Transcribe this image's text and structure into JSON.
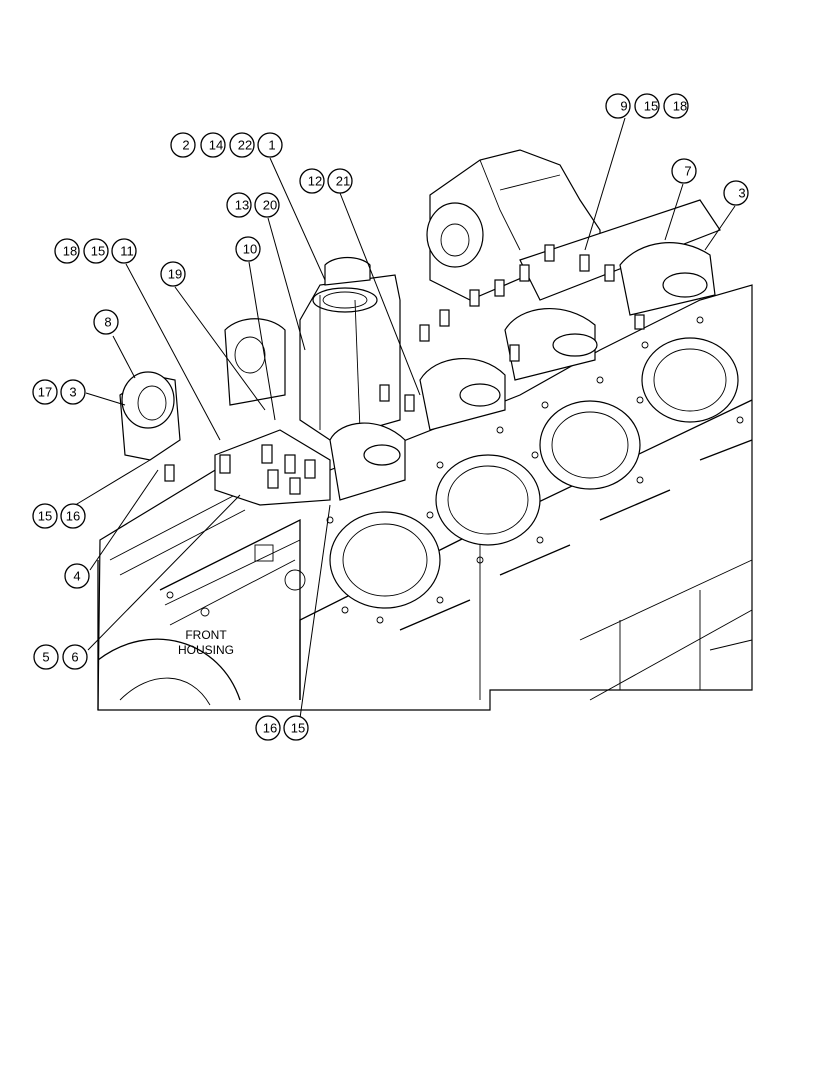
{
  "labels": {
    "front_housing_line1": "FRONT",
    "front_housing_line2": "HOUSING"
  },
  "callouts": [
    {
      "id": "c-9",
      "text": "9"
    },
    {
      "id": "c-15a",
      "text": "15"
    },
    {
      "id": "c-18a",
      "text": "18"
    },
    {
      "id": "c-2",
      "text": "2"
    },
    {
      "id": "c-14",
      "text": "14"
    },
    {
      "id": "c-22",
      "text": "22"
    },
    {
      "id": "c-1",
      "text": "1"
    },
    {
      "id": "c-12",
      "text": "12"
    },
    {
      "id": "c-21",
      "text": "21"
    },
    {
      "id": "c-7",
      "text": "7"
    },
    {
      "id": "c-3a",
      "text": "3"
    },
    {
      "id": "c-13",
      "text": "13"
    },
    {
      "id": "c-20",
      "text": "20"
    },
    {
      "id": "c-18b",
      "text": "18"
    },
    {
      "id": "c-15b",
      "text": "15"
    },
    {
      "id": "c-11",
      "text": "11"
    },
    {
      "id": "c-10",
      "text": "10"
    },
    {
      "id": "c-19",
      "text": "19"
    },
    {
      "id": "c-8",
      "text": "8"
    },
    {
      "id": "c-17",
      "text": "17"
    },
    {
      "id": "c-3b",
      "text": "3"
    },
    {
      "id": "c-15c",
      "text": "15"
    },
    {
      "id": "c-16a",
      "text": "16"
    },
    {
      "id": "c-4",
      "text": "4"
    },
    {
      "id": "c-5",
      "text": "5"
    },
    {
      "id": "c-6",
      "text": "6"
    },
    {
      "id": "c-16b",
      "text": "16"
    },
    {
      "id": "c-15d",
      "text": "15"
    }
  ]
}
